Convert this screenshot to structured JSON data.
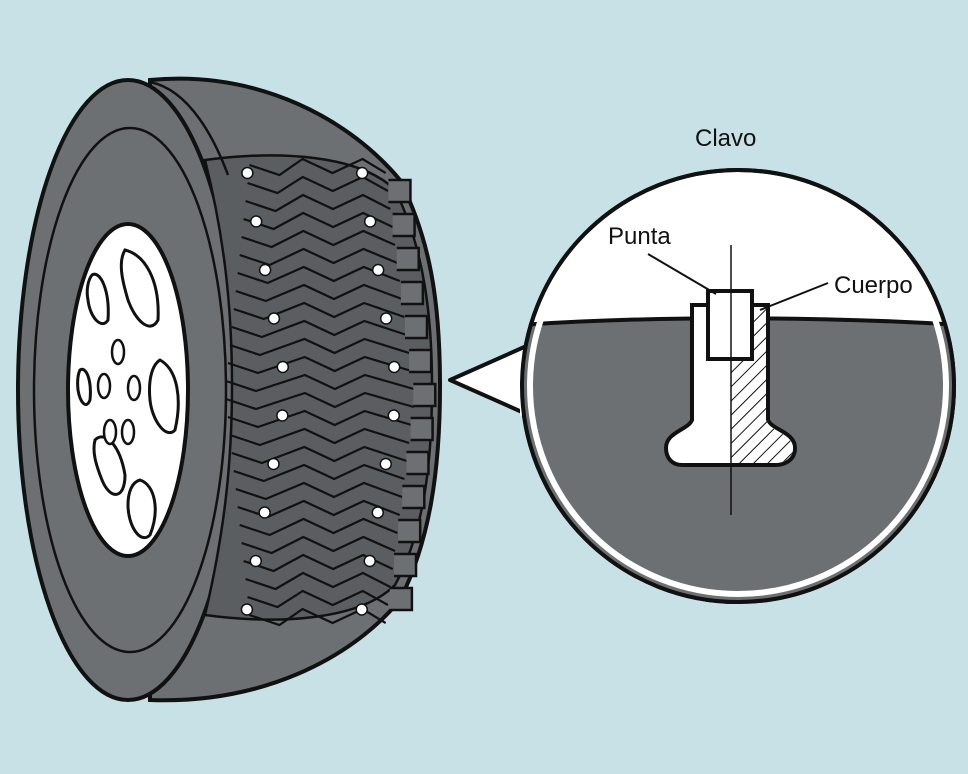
{
  "diagram": {
    "labels": {
      "clavo": "Clavo",
      "punta": "Punta",
      "cuerpo": "Cuerpo"
    },
    "colors": {
      "background": "#c8e1e6",
      "rubber": "#6d7072",
      "rubber_dark": "#5b5e60",
      "outline": "#111111",
      "wheel": "#ffffff",
      "stud_dot": "#ffffff"
    },
    "stud_rows": 10
  }
}
